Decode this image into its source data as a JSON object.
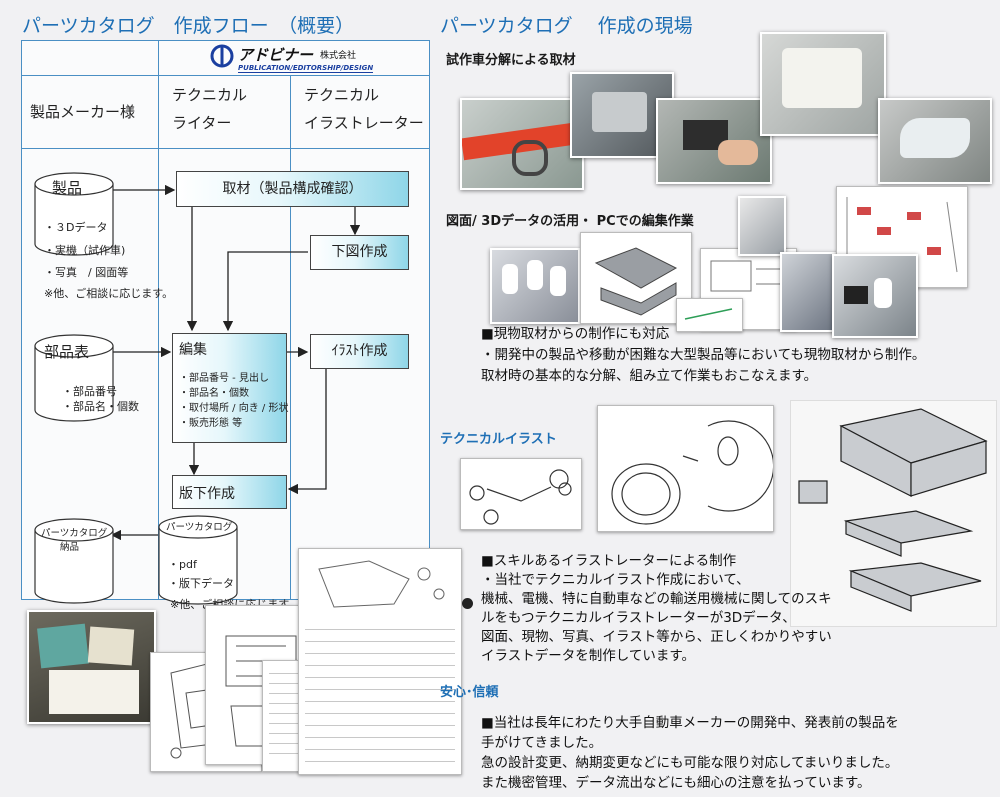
{
  "left_title": "パーツカタログ　作成フロー　（概要）",
  "right_title": "パーツカタログ　 作成の現場",
  "logo": {
    "text": "アドビナー",
    "suffix": "株式会社",
    "tagline": "PUBLICATION/EDITORSHIP/DESIGN"
  },
  "columns": {
    "maker": "製品メーカー様",
    "writer": [
      "テクニカル",
      "ライター"
    ],
    "illustrator": [
      "テクニカル",
      "イラストレーター"
    ]
  },
  "flow": {
    "product": {
      "label": "製品",
      "items": [
        "・３Dデータ",
        "・実機（試作車)",
        "・写真　/ 図面等"
      ],
      "note": "※他、ご相談に応じます。"
    },
    "parts_list": {
      "label": "部品表",
      "items": [
        "・部品番号",
        "・部品名・個数"
      ]
    },
    "research": "取材（製品構成確認）",
    "draft": "下図作成",
    "edit": {
      "label": "編集",
      "items": [
        "・部品番号 - 見出し",
        "・部品名・個数",
        "・取付場所 / 向き / 形状",
        "・販売形態 等"
      ]
    },
    "illust": "ｲﾗｽﾄ作成",
    "prepress": "版下作成",
    "catalog": {
      "label": "パーツカタログ",
      "items": [
        "・pdf",
        "・版下データ"
      ],
      "note": "※他、ご相談に応じます。"
    },
    "delivery": [
      "パーツカタログ",
      "納品"
    ]
  },
  "sections": {
    "teardown": "試作車分解による取材",
    "data_use": "図面/ 3Dデータの活用・ PCでの編集作業",
    "onsite": [
      "■現物取材からの制作にも対応",
      "・開発中の製品や移動が困難な大型製品等においても現物取材から制作。",
      "取材時の基本的な分解、組み立て作業もおこなえます。"
    ],
    "tech_illust": "テクニカルイラスト",
    "skill": [
      "■スキルあるイラストレーターによる制作",
      "・当社でテクニカルイラスト作成において、",
      "機械、電機、特に自動車などの輸送用機械に関してのスキルをもつテクニカルイラストレーターが3Dデータ、",
      "図面、現物、写真、イラスト等から、正しくわかりやすい",
      "イラストデータを制作しています。"
    ],
    "trust_title": "安心･信頼",
    "trust": [
      "■当社は長年にわたり大手自動車メーカーの開発中、発表前の製品を",
      "手がけてきました。",
      "急の設計変更、納期変更などにも可能な限り対応してまいりました。",
      "また機密管理、データ流出などにも細心の注意を払っています。"
    ]
  },
  "colors": {
    "accent": "#1e6fb5",
    "box_gradient_end": "#8fd6e8"
  }
}
